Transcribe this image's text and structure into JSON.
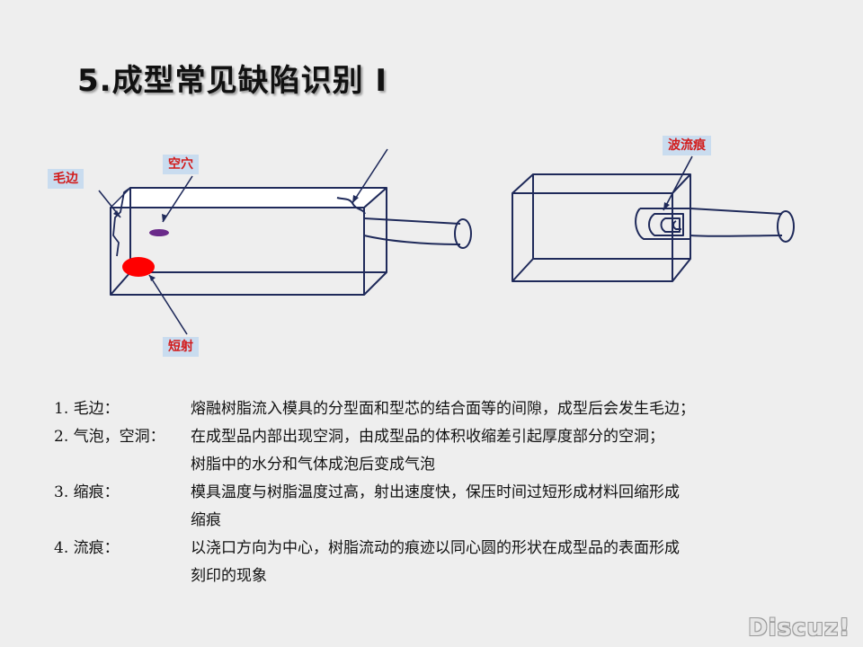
{
  "title": "5.成型常见缺陷识别  I",
  "diagram_labels": {
    "flash": "毛边",
    "void": "空穴",
    "short_shot": "短射",
    "flow_mark": "波流痕"
  },
  "defects": [
    {
      "term": "1. 毛边：",
      "lines": [
        "熔融树脂流入模具的分型面和型芯的结合面等的间隙，成型后会发生毛边；"
      ]
    },
    {
      "term": "2. 气泡，空洞：",
      "lines": [
        "在成型品内部出现空洞，由成型品的体积收缩差引起厚度部分的空洞；",
        "树脂中的水分和气体成泡后变成气泡"
      ]
    },
    {
      "term": "3. 缩痕：",
      "lines": [
        "模具温度与树脂温度过高，射出速度快，保压时间过短形成材料回缩形成",
        "缩痕"
      ]
    },
    {
      "term": "4. 流痕：",
      "lines": [
        "以浇口方向为中心，树脂流动的痕迹以同心圆的形状在成型品的表面形成",
        "刻印的现象"
      ]
    }
  ],
  "watermark": "Discuz!",
  "colors": {
    "line": "#1f2a5a",
    "label_bg": "#c9dcef",
    "label_text": "#d21a1a",
    "short_shot": "#ff0000",
    "void": "#6a2a8a"
  }
}
